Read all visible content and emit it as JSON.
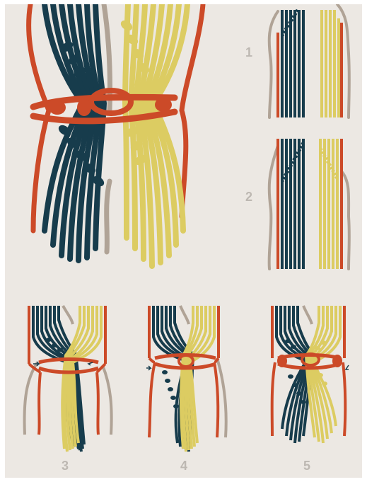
{
  "colors": {
    "background": "#ece8e3",
    "frame": "#ffffff",
    "navy_cord": "#173c4c",
    "yellow_cord": "#dccc62",
    "orange_cord": "#cc4a28",
    "taupe_cord": "#b0a396",
    "label": "#bdb8b2"
  },
  "steps": [
    {
      "label": "1"
    },
    {
      "label": "2"
    },
    {
      "label": "3"
    },
    {
      "label": "4"
    },
    {
      "label": "5"
    }
  ],
  "icons": {
    "main": "macrame-gathering-knot-icon",
    "step1": "parallel-cords-icon",
    "step2": "diagonal-knot-row-icon",
    "step3": "wrap-cord-icon",
    "step4": "knotted-wrap-icon",
    "step5": "finished-knot-icon"
  }
}
